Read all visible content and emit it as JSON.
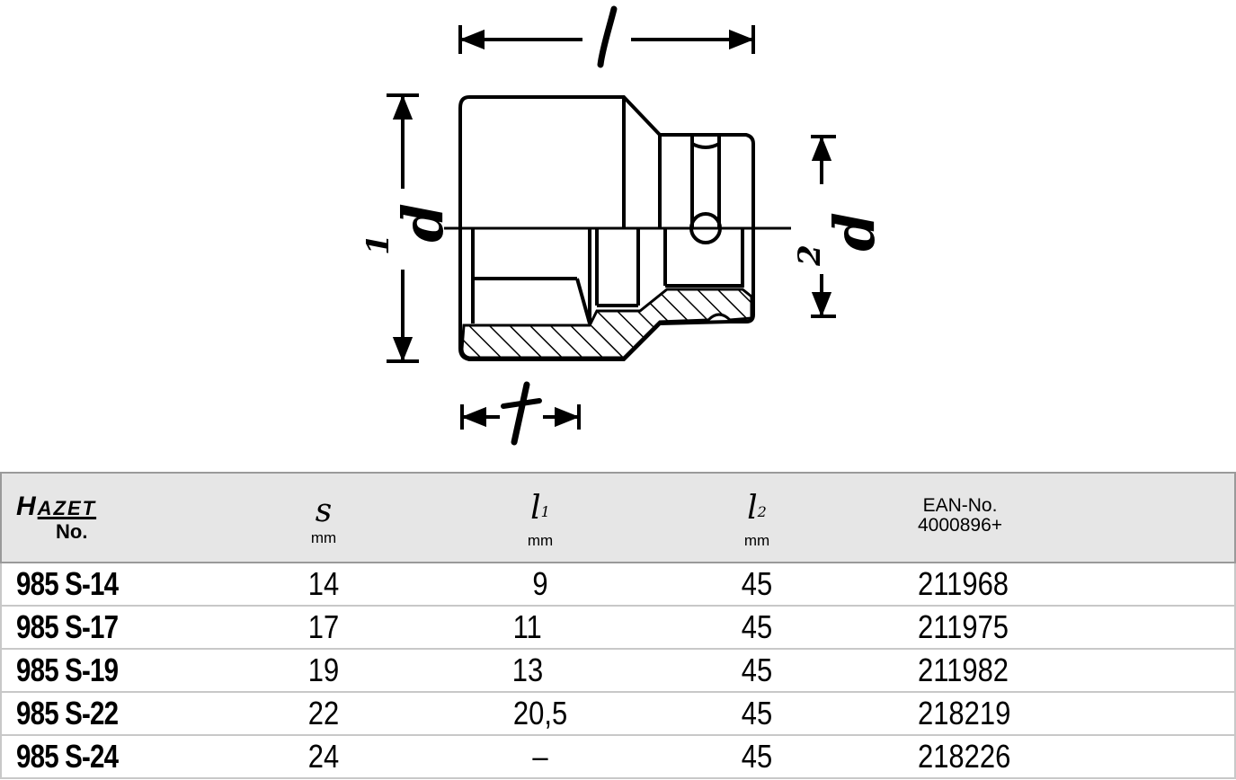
{
  "drawing": {
    "dim_l": "l",
    "dim_d1": "d1",
    "dim_d2": "d2",
    "dim_t": "t"
  },
  "table": {
    "header": {
      "brand_initial": "H",
      "brand_rest": "AZET",
      "no_label": "No.",
      "s_symbol": "s",
      "s_unit": "mm",
      "l1_symbol": "l",
      "l1_sub": "1",
      "l1_unit": "mm",
      "l2_symbol": "l",
      "l2_sub": "2",
      "l2_unit": "mm",
      "ean_line1": "EAN-No.",
      "ean_line2": "4000896+"
    },
    "rows": [
      {
        "no": "985 S-14",
        "s": "14",
        "l1": "9",
        "l2": "45",
        "ean": "211968"
      },
      {
        "no": "985 S-17",
        "s": "17",
        "l1": "11",
        "l2": "45",
        "ean": "211975"
      },
      {
        "no": "985 S-19",
        "s": "19",
        "l1": "13",
        "l2": "45",
        "ean": "211982"
      },
      {
        "no": "985 S-22",
        "s": "22",
        "l1": "20,5",
        "l2": "45",
        "ean": "218219"
      },
      {
        "no": "985 S-24",
        "s": "24",
        "l1": "–",
        "l2": "45",
        "ean": "218226"
      }
    ]
  }
}
